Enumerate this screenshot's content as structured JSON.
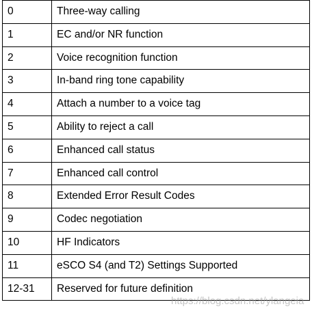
{
  "rows": [
    {
      "bit": "0",
      "feature": "Three-way calling"
    },
    {
      "bit": "1",
      "feature": "EC and/or NR function"
    },
    {
      "bit": "2",
      "feature": "Voice recognition function"
    },
    {
      "bit": "3",
      "feature": "In-band ring tone capability"
    },
    {
      "bit": "4",
      "feature": "Attach a number to a voice tag"
    },
    {
      "bit": "5",
      "feature": "Ability to reject a call"
    },
    {
      "bit": "6",
      "feature": "Enhanced call status"
    },
    {
      "bit": "7",
      "feature": "Enhanced call control"
    },
    {
      "bit": "8",
      "feature": "Extended Error Result Codes"
    },
    {
      "bit": "9",
      "feature": "Codec negotiation"
    },
    {
      "bit": "10",
      "feature": "HF Indicators"
    },
    {
      "bit": "11",
      "feature": "eSCO S4 (and T2) Settings Supported"
    },
    {
      "bit": "12-31",
      "feature": "Reserved for future definition"
    }
  ],
  "watermark": "https://blog.csdn.net/ylangeia"
}
